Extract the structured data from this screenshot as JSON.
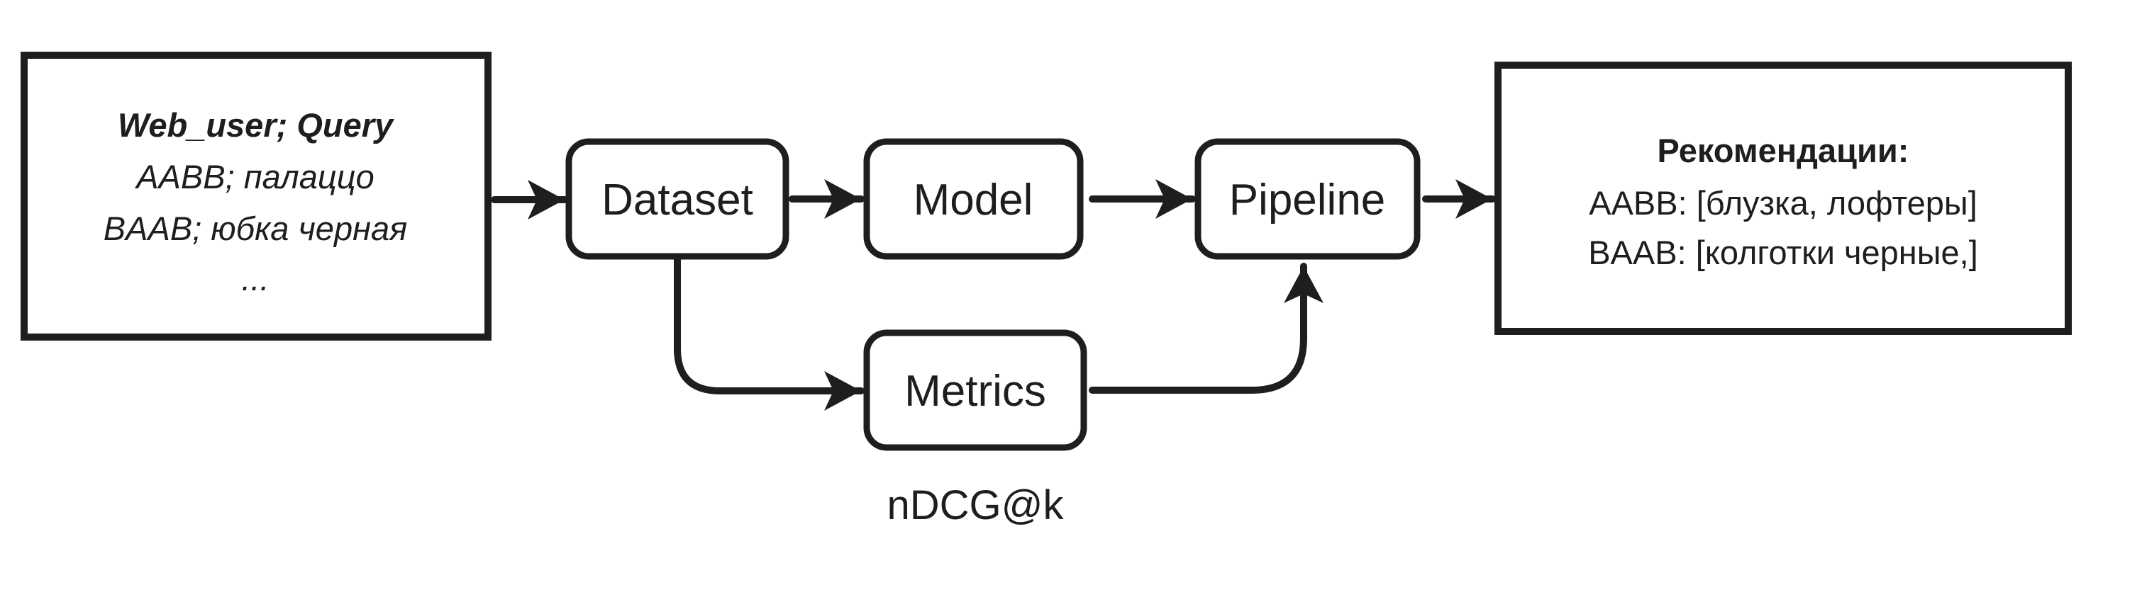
{
  "colors": {
    "ink": "#1e1e1e",
    "background": "#ffffff"
  },
  "input_box": {
    "title": "Web_user; Query",
    "rows": [
      "AABB; палаццо",
      "BAAB; юбка черная",
      "..."
    ]
  },
  "nodes": {
    "dataset": "Dataset",
    "model": "Model",
    "pipeline": "Pipeline",
    "metrics": "Metrics"
  },
  "metrics_caption": "nDCG@k",
  "output_box": {
    "title": "Рекомендации:",
    "rows": [
      "AABB: [блузка, лофтеры]",
      "BAAB: [колготки черные,]"
    ]
  }
}
